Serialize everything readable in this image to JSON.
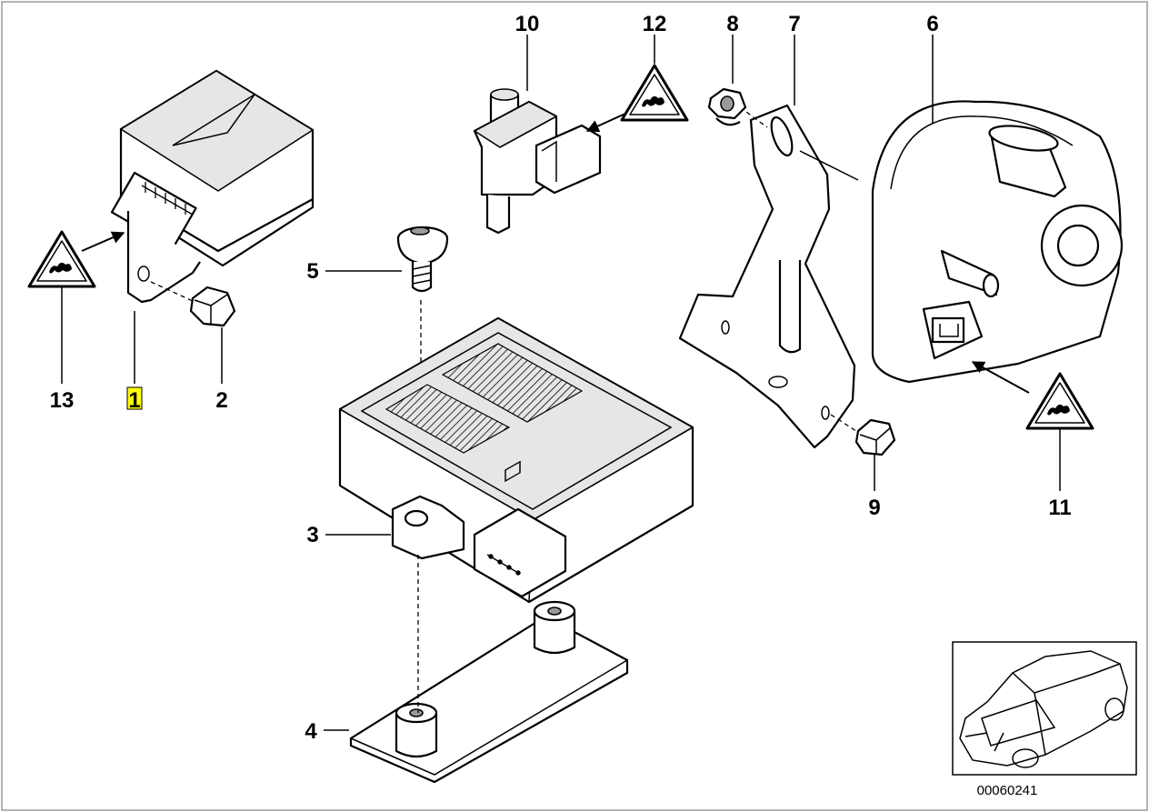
{
  "diagram": {
    "part_labels": {
      "p1": "1",
      "p2": "2",
      "p3": "3",
      "p4": "4",
      "p5": "5",
      "p6": "6",
      "p7": "7",
      "p8": "8",
      "p9": "9",
      "p10": "10",
      "p11": "11",
      "p12": "12",
      "p13": "13"
    },
    "highlighted_part": "1",
    "highlight_color": "#ffff00",
    "diagram_id": "00060241",
    "icons": [
      "warning-triangle-icon",
      "car-thumbnail"
    ]
  }
}
